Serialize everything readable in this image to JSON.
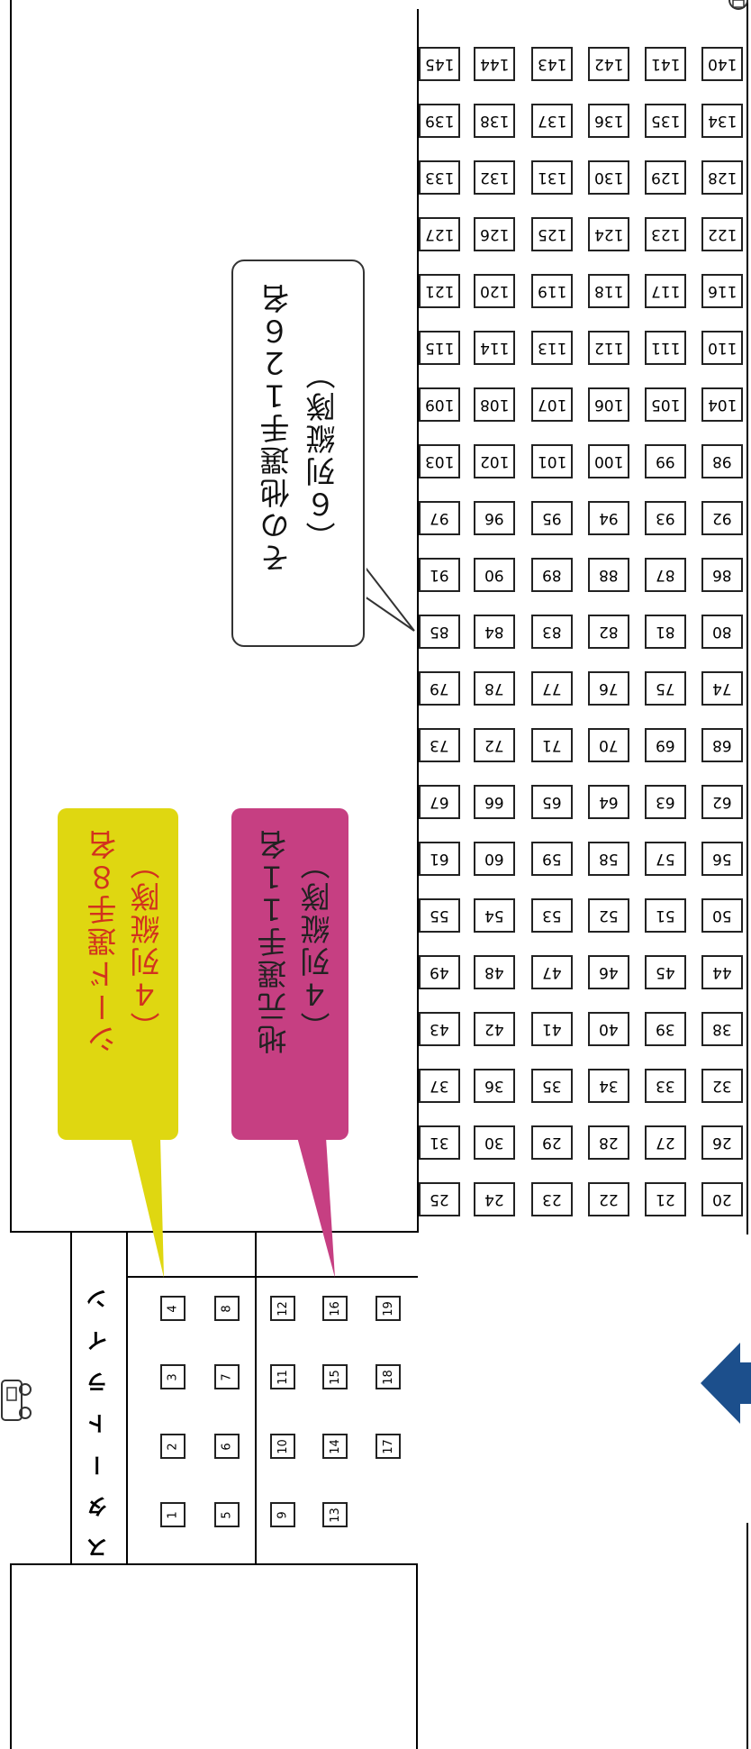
{
  "grid": {
    "columns": [
      [
        145,
        139,
        133,
        127,
        121,
        115,
        109,
        103,
        97,
        91,
        85,
        79,
        73,
        67,
        61,
        55,
        49,
        43,
        37,
        31,
        25
      ],
      [
        144,
        138,
        132,
        126,
        120,
        114,
        108,
        102,
        96,
        90,
        84,
        78,
        72,
        66,
        60,
        54,
        48,
        42,
        36,
        30,
        24
      ],
      [
        143,
        137,
        131,
        125,
        119,
        113,
        107,
        101,
        95,
        89,
        83,
        77,
        71,
        65,
        59,
        53,
        47,
        41,
        35,
        29,
        23
      ],
      [
        142,
        136,
        130,
        124,
        118,
        112,
        106,
        100,
        94,
        88,
        82,
        76,
        70,
        64,
        58,
        52,
        46,
        40,
        34,
        28,
        22
      ],
      [
        141,
        135,
        129,
        123,
        117,
        111,
        105,
        99,
        93,
        87,
        81,
        75,
        69,
        63,
        57,
        51,
        45,
        39,
        33,
        27,
        21
      ],
      [
        140,
        134,
        128,
        122,
        116,
        110,
        104,
        98,
        92,
        86,
        80,
        74,
        68,
        62,
        56,
        50,
        44,
        38,
        32,
        26,
        20
      ]
    ]
  },
  "start_slots": {
    "rows": [
      [
        4,
        3,
        2,
        1
      ],
      [
        8,
        7,
        6,
        5
      ],
      [
        12,
        11,
        10,
        9
      ],
      [
        16,
        15,
        14,
        13
      ],
      [
        19,
        18,
        17
      ]
    ]
  },
  "start_line": {
    "text": "スタートライン"
  },
  "seed_bubble": {
    "line1": "シード選手８名",
    "line2": "（４列縦隊）",
    "color": "#dfd711",
    "text_color": "#d2321e"
  },
  "local_bubble": {
    "line1": "地元選手１１名",
    "line2": "（４列縦隊）",
    "color": "#c63f82"
  },
  "other_bubble": {
    "line1": "その他選手１２６名",
    "line2": "（６列縦隊）"
  },
  "arrow": {
    "color": "#1c4f8c",
    "icon": "left-arrow-icon"
  }
}
